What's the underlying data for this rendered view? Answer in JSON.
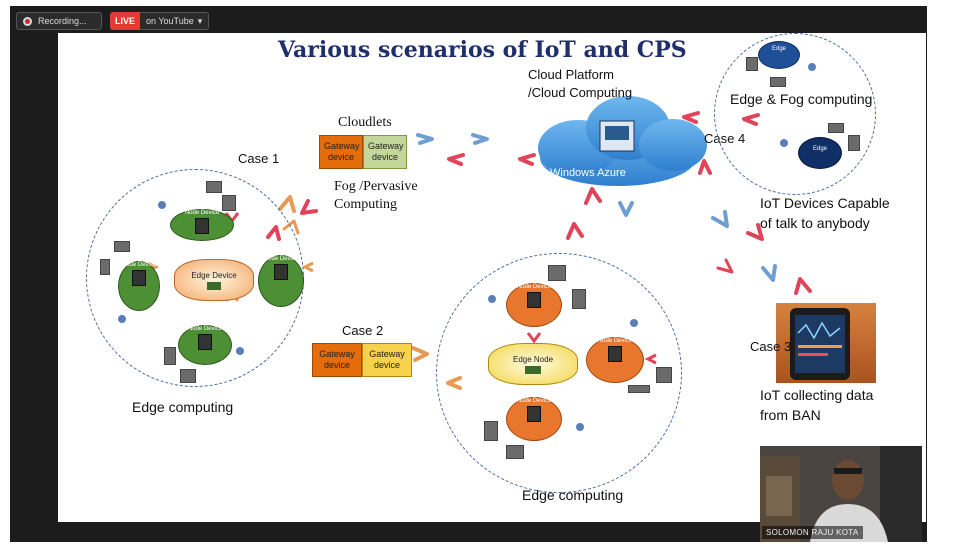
{
  "toolbar": {
    "recording_label": "Recording...",
    "live_label": "LIVE",
    "youtube_label": "on YouTube"
  },
  "slide": {
    "title": "Various scenarios of IoT and CPS",
    "cloud_platform_line1": "Cloud Platform",
    "cloud_platform_line2": "/Cloud Computing",
    "cloud_logo_text": "Windows Azure",
    "cloudlets": "Cloudlets",
    "fog_line1": "Fog /Pervasive",
    "fog_line2": "Computing",
    "case1": "Case 1",
    "case2": "Case 2",
    "case3": "Case 3",
    "case4": "Case 4",
    "edge_fog": "Edge & Fog computing",
    "iot_talk_line1": "IoT Devices Capable",
    "iot_talk_line2": "of talk to anybody",
    "iot_ban_line1": "IoT collecting data",
    "iot_ban_line2": "from BAN",
    "edge_computing_left": "Edge computing",
    "edge_computing_bottom": "Edge computing",
    "gateway_device": "Gateway device",
    "gateway_device_2": "Gateway device",
    "gateway_device_3": "Gateway device",
    "gateway_device_4": "Gateway device",
    "node_device": "Node Device",
    "edge_device": "Edge Device",
    "edge_node": "Edge Node",
    "edge_small": "Edge"
  },
  "video": {
    "participant_name": "SOLOMON RAJU KOTA"
  },
  "colors": {
    "title": "#1f2f6b",
    "arrow_red": "#e0435a",
    "arrow_blue": "#6f9fd0",
    "arrow_orange": "#e69a55",
    "azure": "#3a8ed6"
  }
}
